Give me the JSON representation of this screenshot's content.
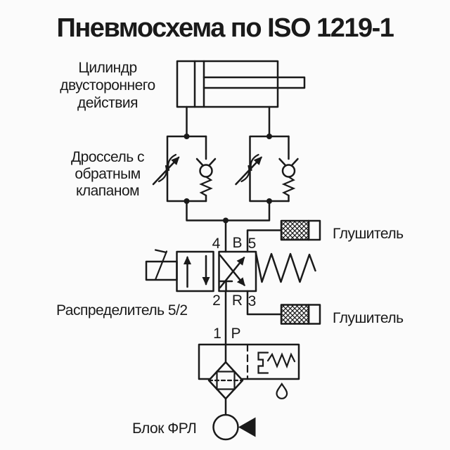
{
  "title": "Пневмосхема по ISO 1219-1",
  "colors": {
    "ink": "#1a1a1a",
    "background": "#fbfbfb"
  },
  "components": {
    "cylinder": {
      "label_lines": [
        "Цилиндр",
        "двустороннего",
        "действия"
      ]
    },
    "throttle": {
      "label_lines": [
        "Дроссель с",
        "обратным",
        "клапаном"
      ]
    },
    "valve": {
      "label": "Распределитель 5/2",
      "ports_top": [
        "4",
        "B",
        "5"
      ],
      "ports_bottom": [
        "2",
        "R",
        "3"
      ],
      "ports_supply": [
        "1",
        "P"
      ]
    },
    "mufflers": {
      "top_label": "Глушитель",
      "bottom_label": "Глушитель"
    },
    "frl": {
      "label": "Блок ФРЛ"
    }
  }
}
